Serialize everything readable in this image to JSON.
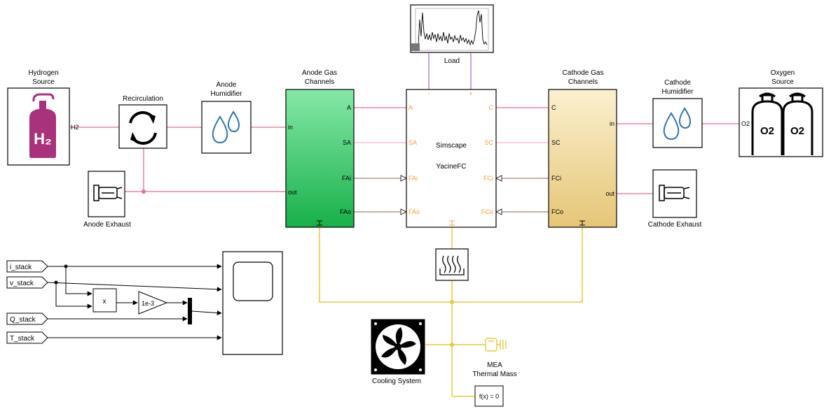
{
  "blocks": {
    "hydrogen_source": {
      "label_line1": "Hydrogen",
      "label_line2": "Source",
      "port": "H2",
      "symbol": "H₂"
    },
    "recirculation": {
      "label": "Recirculation"
    },
    "anode_humidifier": {
      "label_line1": "Anode",
      "label_line2": "Humidifier"
    },
    "anode_exhaust": {
      "label": "Anode Exhaust"
    },
    "anode_gas_channels": {
      "label_line1": "Anode Gas",
      "label_line2": "Channels",
      "port_in": "in",
      "port_out": "out",
      "port_A": "A",
      "port_SA": "SA",
      "port_FAi": "FAi",
      "port_FAo": "FAo"
    },
    "load": {
      "label": "Load"
    },
    "fuel_cell": {
      "line1": "Simscape",
      "line2": "YacineFC",
      "port_A": "A",
      "port_SA": "SA",
      "port_FAi": "FAi",
      "port_FAo": "FAo",
      "port_C": "C",
      "port_SC": "SC",
      "port_FCi": "FCi",
      "port_FCo": "FCo",
      "minus": "-",
      "plus": "+"
    },
    "cathode_gas_channels": {
      "label_line1": "Cathode Gas",
      "label_line2": "Channels",
      "port_C": "C",
      "port_SC": "SC",
      "port_FCi": "FCi",
      "port_FCo": "FCo",
      "port_in": "in",
      "port_out": "out"
    },
    "cathode_humidifier": {
      "label_line1": "Cathode",
      "label_line2": "Humidifier"
    },
    "oxygen_source": {
      "label_line1": "Oxygen",
      "label_line2": "Source",
      "port": "O2",
      "tank_text": "O2"
    },
    "cathode_exhaust": {
      "label": "Cathode Exhaust"
    },
    "from_tags": {
      "i_stack": "i_stack",
      "v_stack": "v_stack",
      "q_stack": "Q_stack",
      "t_stack": "T_stack"
    },
    "product": {
      "label": "x"
    },
    "gain": {
      "label": "1e-3"
    },
    "cooling_system": {
      "label": "Cooling System"
    },
    "mea_thermal_mass": {
      "label_line1": "MEA",
      "label_line2": "Thermal Mass"
    },
    "solver": {
      "label": "f(x) = 0"
    }
  },
  "colors": {
    "gas_line": "#e56a9a",
    "moist_line": "#f4b6cf",
    "thermal_line": "#e8c93a",
    "physical_signal": "#a08877",
    "electrical_line": "#a86fd6",
    "port_orange": "#f0a030",
    "anode_top": "#86e8a8",
    "anode_bottom": "#18b04a",
    "cathode_top": "#fbf0cf",
    "cathode_bottom": "#e6c677",
    "h2_purple": "#a8327c",
    "water_blue": "#2e74b5"
  },
  "icons": {
    "recirculation": "circular-arrows-icon",
    "humidifier": "water-drops-icon",
    "exhaust": "exhaust-pipe-icon",
    "h2_tank": "hydrogen-tank-icon",
    "o2_tank": "oxygen-cylinders-icon",
    "heat": "heat-waves-icon",
    "fan": "fan-icon",
    "thermal_mass": "thermal-mass-icon"
  }
}
